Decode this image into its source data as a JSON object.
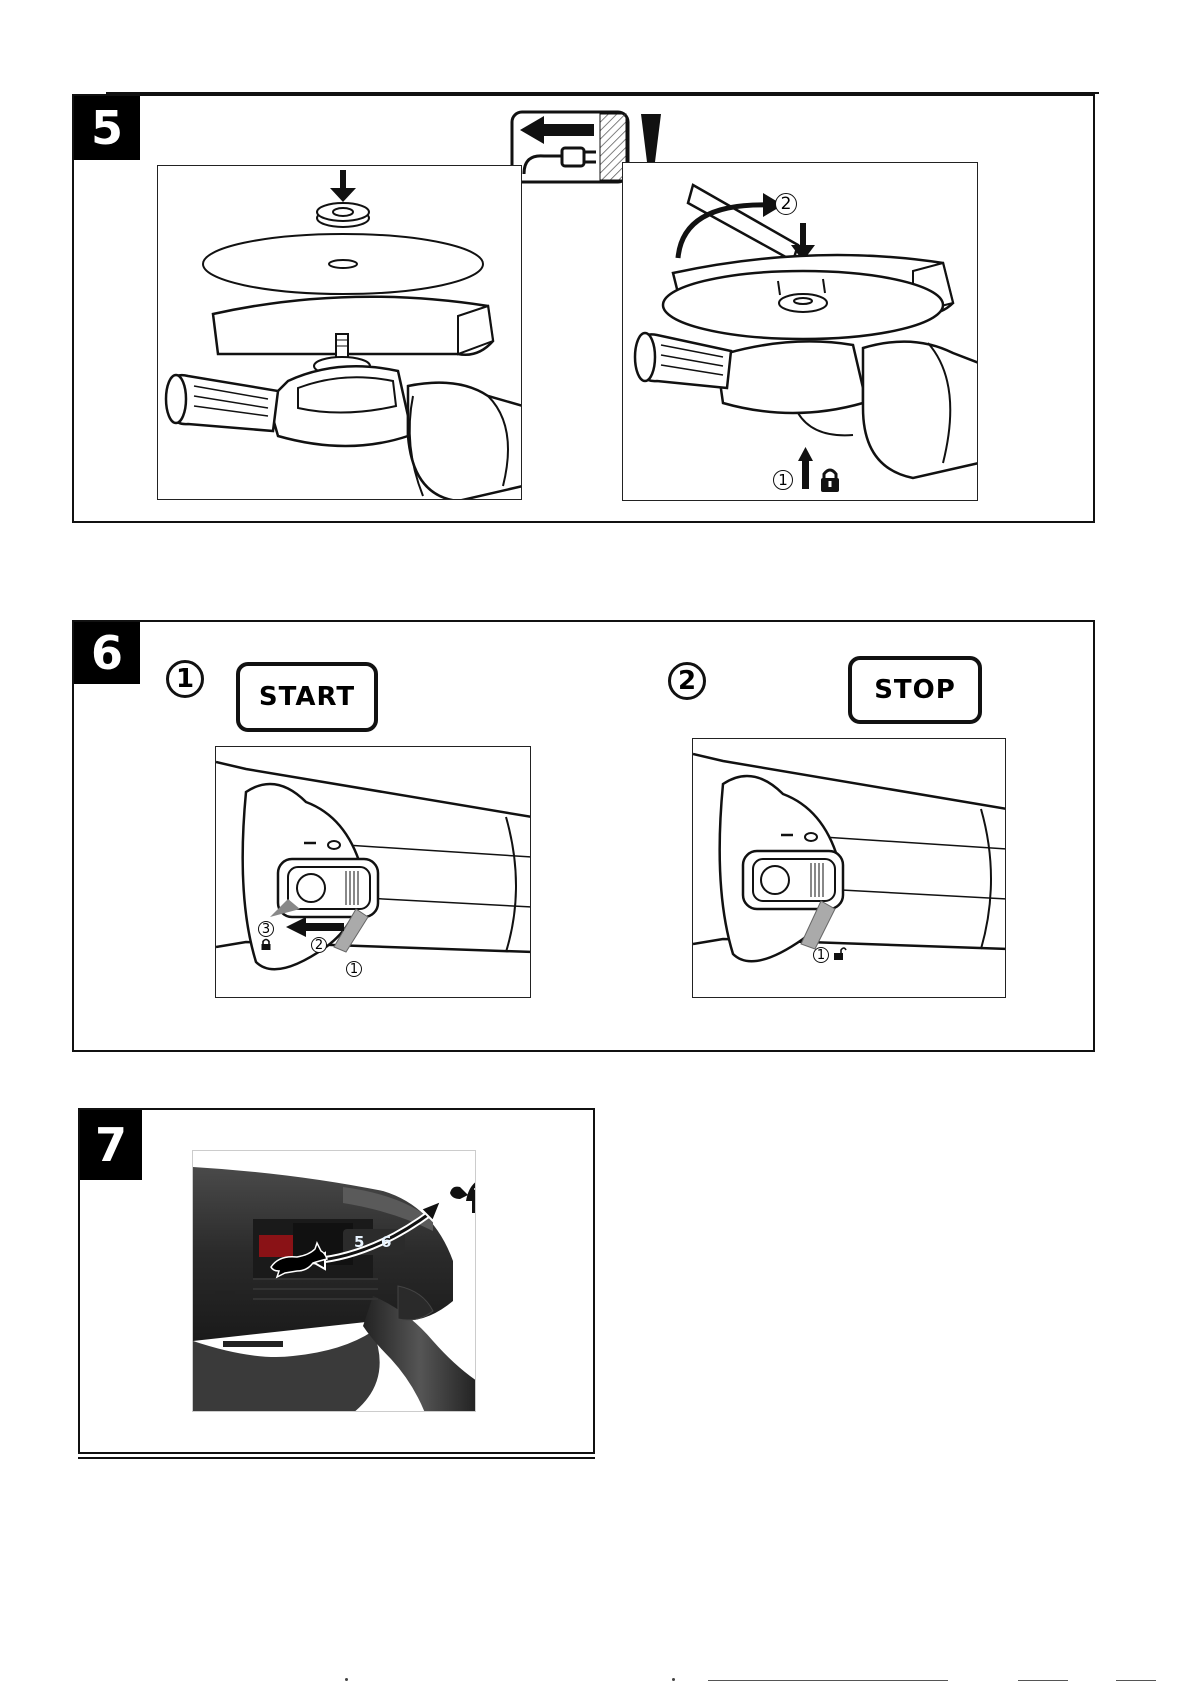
{
  "figures": [
    {
      "number": "5"
    },
    {
      "number": "6",
      "step1": "1",
      "step1_label": "START",
      "step2": "2",
      "step2_label": "STOP",
      "start_callouts": [
        "3",
        "2",
        "1"
      ],
      "stop_callouts": [
        "1"
      ]
    },
    {
      "number": "7",
      "dial_values": [
        "5",
        "6"
      ]
    }
  ],
  "figure5": {
    "right_callouts": [
      "2",
      "1"
    ]
  },
  "icons": [
    "unplug-warning-icon",
    "exclamation-icon",
    "lock-icon",
    "unlock-icon",
    "hare-icon",
    "tortoise-icon"
  ],
  "colors": {
    "badge": "#000000",
    "ink": "#111111",
    "tool_body": "#2a2a2a",
    "red_accent": "#c0141b"
  }
}
